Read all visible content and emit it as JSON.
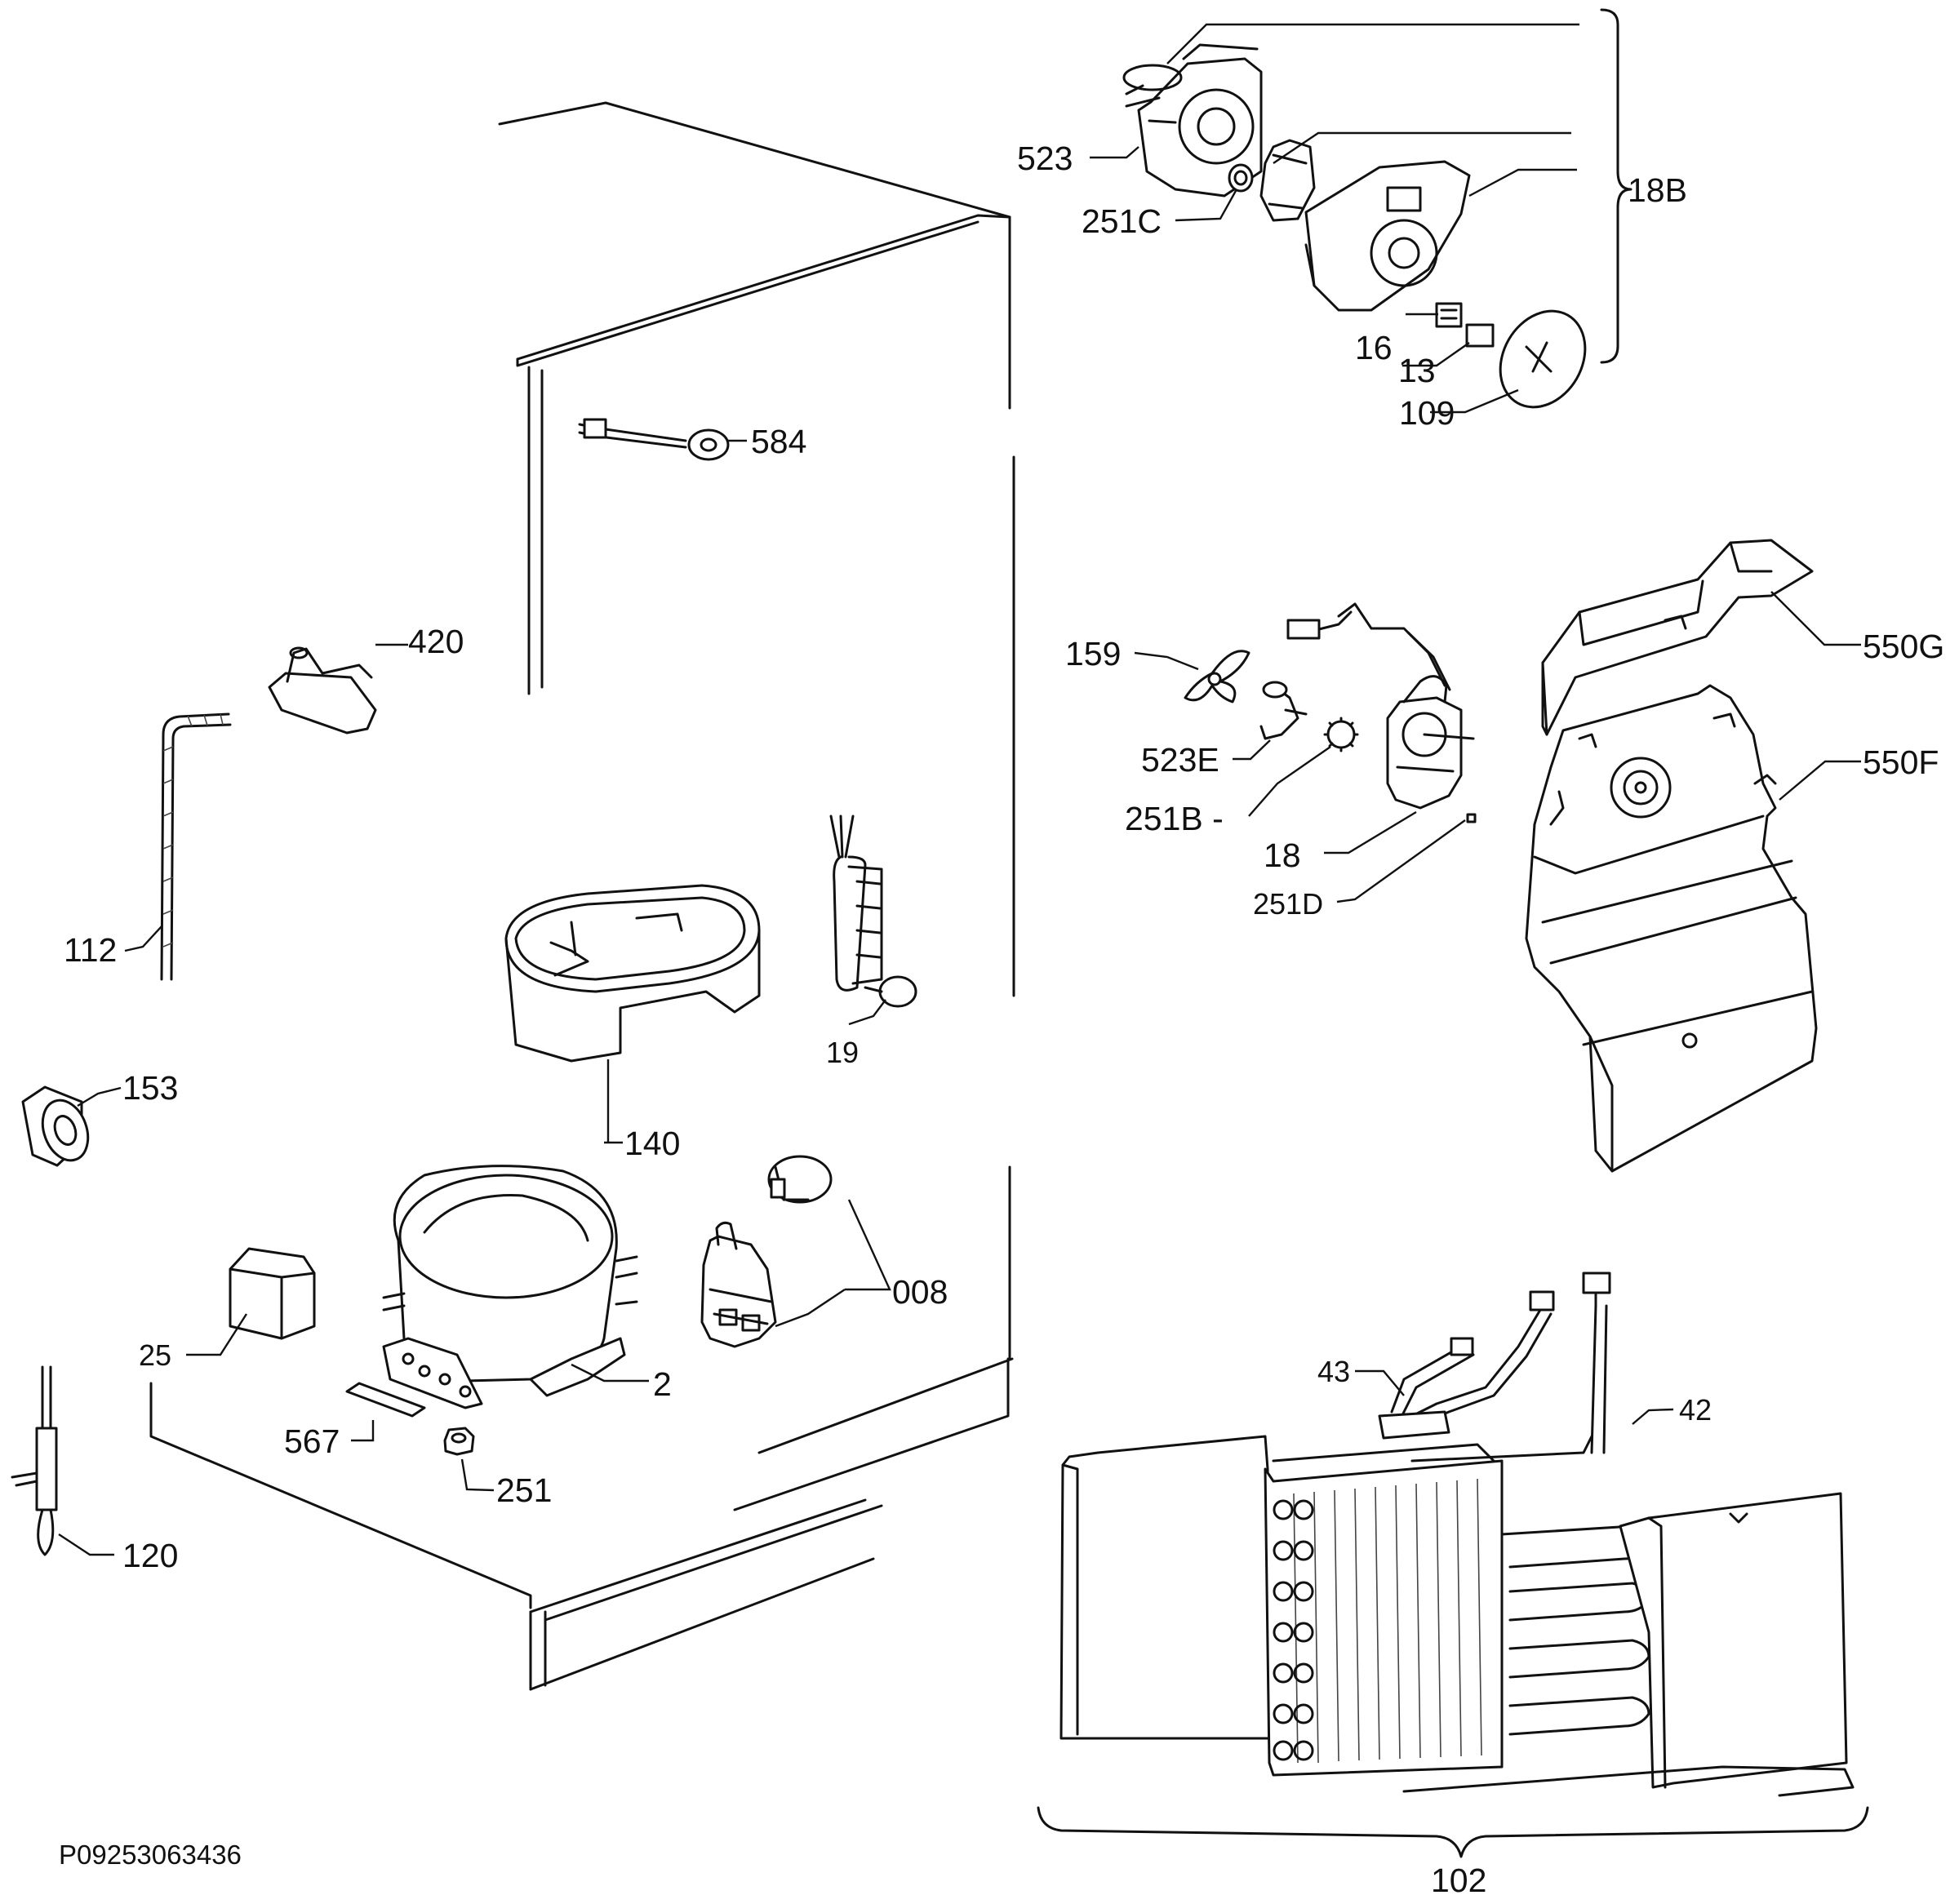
{
  "diagram": {
    "reference_code": "P09253063436",
    "labels": [
      {
        "id": "523",
        "text": "523"
      },
      {
        "id": "251C",
        "text": "251C"
      },
      {
        "id": "18B",
        "text": "18B"
      },
      {
        "id": "16",
        "text": "16"
      },
      {
        "id": "13",
        "text": "13"
      },
      {
        "id": "109",
        "text": "109"
      },
      {
        "id": "584",
        "text": "584"
      },
      {
        "id": "420",
        "text": "420"
      },
      {
        "id": "112",
        "text": "112"
      },
      {
        "id": "153",
        "text": "153"
      },
      {
        "id": "140",
        "text": "140"
      },
      {
        "id": "19",
        "text": "19"
      },
      {
        "id": "008",
        "text": "008"
      },
      {
        "id": "25",
        "text": "25"
      },
      {
        "id": "2",
        "text": "2"
      },
      {
        "id": "567",
        "text": "567"
      },
      {
        "id": "251",
        "text": "251"
      },
      {
        "id": "120",
        "text": "120"
      },
      {
        "id": "159",
        "text": "159"
      },
      {
        "id": "523E",
        "text": "523E"
      },
      {
        "id": "251B",
        "text": "251B -"
      },
      {
        "id": "18",
        "text": "18"
      },
      {
        "id": "251D",
        "text": "251D"
      },
      {
        "id": "550G",
        "text": "550G"
      },
      {
        "id": "550F",
        "text": "550F"
      },
      {
        "id": "43",
        "text": "43"
      },
      {
        "id": "42",
        "text": "42"
      },
      {
        "id": "102",
        "text": "102"
      }
    ]
  }
}
